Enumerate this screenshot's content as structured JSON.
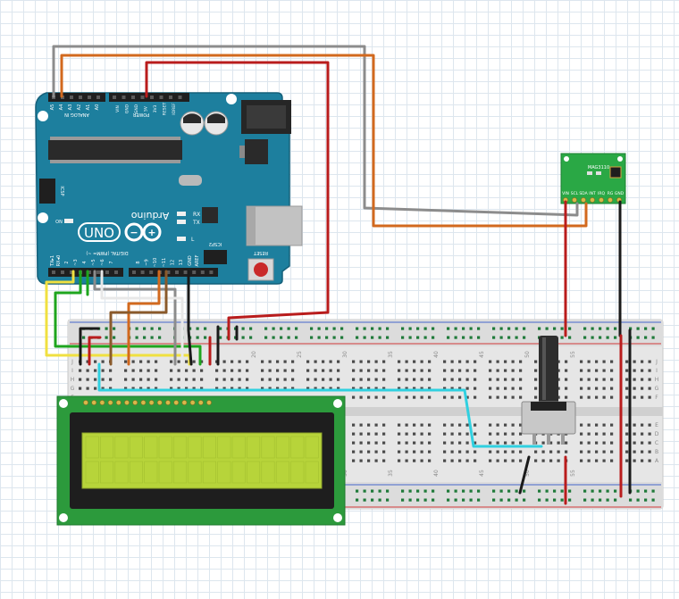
{
  "arduino": {
    "brand": "Arduino",
    "model": "UNO",
    "analog_in": "ANALOG IN",
    "power": "POWER",
    "digital": "DIGITAL (PWM= ~)",
    "icsp": "ICSP",
    "icsp2": "ICSP2",
    "reset": "RESET",
    "aref": "AREF",
    "gnd": "GND",
    "on": "ON",
    "tx_led": "TX",
    "rx_led": "RX",
    "l_led": "L",
    "tx_pin": "TX▸1",
    "rx_pin": "RX◂0",
    "analog_pins": [
      "A0",
      "A1",
      "A2",
      "A3",
      "A4",
      "A5"
    ],
    "power_pins": [
      "VIN",
      "GND",
      "GND",
      "5V",
      "3V3",
      "RESET",
      "IOREF"
    ],
    "digital_pins": [
      "2",
      "~3",
      "4",
      "~5",
      "~6",
      "7",
      "8",
      "~9",
      "~10",
      "~11",
      "12",
      "13"
    ]
  },
  "sensor": {
    "name": "MAG3110",
    "pins": [
      "VIN",
      "SCL",
      "SDA",
      "INT",
      "IRQ",
      "RG",
      "GND"
    ]
  },
  "breadboard": {
    "column_labels": [
      "20",
      "25",
      "30",
      "35",
      "40",
      "45",
      "50",
      "55"
    ],
    "row_labels": [
      "J",
      "I",
      "H",
      "G",
      "F",
      "E",
      "D",
      "C",
      "B",
      "A"
    ]
  },
  "colors": {
    "board": "#1d7f9e",
    "wire_red": "#b91c1c",
    "wire_orange": "#d2691e",
    "wire_gray": "#8c8c8c",
    "wire_black": "#1a1a1a",
    "wire_green": "#1ea51e",
    "wire_yellow": "#f0e040",
    "wire_brown": "#8a5a2b",
    "wire_white": "#e8e8e8",
    "wire_cyan": "#30d0e0",
    "lcd_screen": "#b7d43a",
    "sensor_board": "#2aa845"
  }
}
